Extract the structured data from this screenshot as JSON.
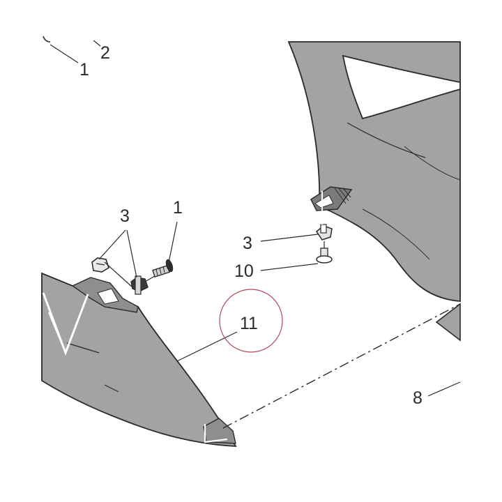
{
  "colors": {
    "panel_fill": "#a3a3a3",
    "panel_stroke": "#2a2a2a",
    "leader_line": "#2a2a2a",
    "highlight_circle": "#b0485a",
    "label_text": "#2b2b2b",
    "background": "#ffffff"
  },
  "callouts": {
    "top_left_1": "1",
    "top_left_2": "2",
    "clip_left_3": "3",
    "screw_left_1": "1",
    "clip_right_3": "3",
    "screw_right_10": "10",
    "fairing_11": "11",
    "fairing_right_8": "8"
  },
  "parts": [
    {
      "ref": "1",
      "icon": "screw-icon"
    },
    {
      "ref": "3",
      "icon": "clip-nut-icon"
    },
    {
      "ref": "10",
      "icon": "flange-screw-icon"
    }
  ]
}
